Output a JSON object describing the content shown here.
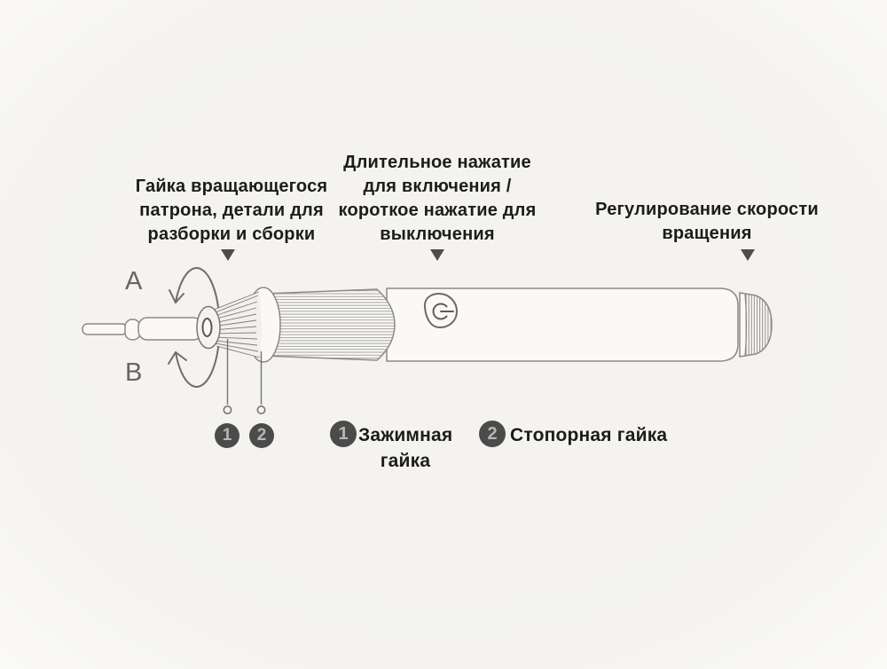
{
  "annotations": {
    "chuck_label": {
      "lines": [
        "Гайка вращающегося",
        "патрона, детали для",
        "разборки и сборки"
      ]
    },
    "power_label": {
      "lines": [
        "Длительное нажатие",
        "для включения /",
        "короткое нажатие для",
        "выключения"
      ]
    },
    "speed_label": {
      "lines": [
        "Регулирование скорости",
        "вращения"
      ]
    },
    "direction_a": "A",
    "direction_b": "B"
  },
  "callouts": {
    "badge_1": "1",
    "badge_2": "2"
  },
  "legend": {
    "items": [
      {
        "number": "1",
        "lines": [
          "Зажимная",
          "гайка"
        ]
      },
      {
        "number": "2",
        "lines": [
          "Стопорная гайка"
        ]
      }
    ]
  },
  "colors": {
    "background": "#f5f4f1",
    "text": "#1c1c1c",
    "outline": "#8b8985",
    "badge_background": "#4b4b4b",
    "badge_number": "#b8b7b5",
    "marker": "#4e4c48"
  }
}
